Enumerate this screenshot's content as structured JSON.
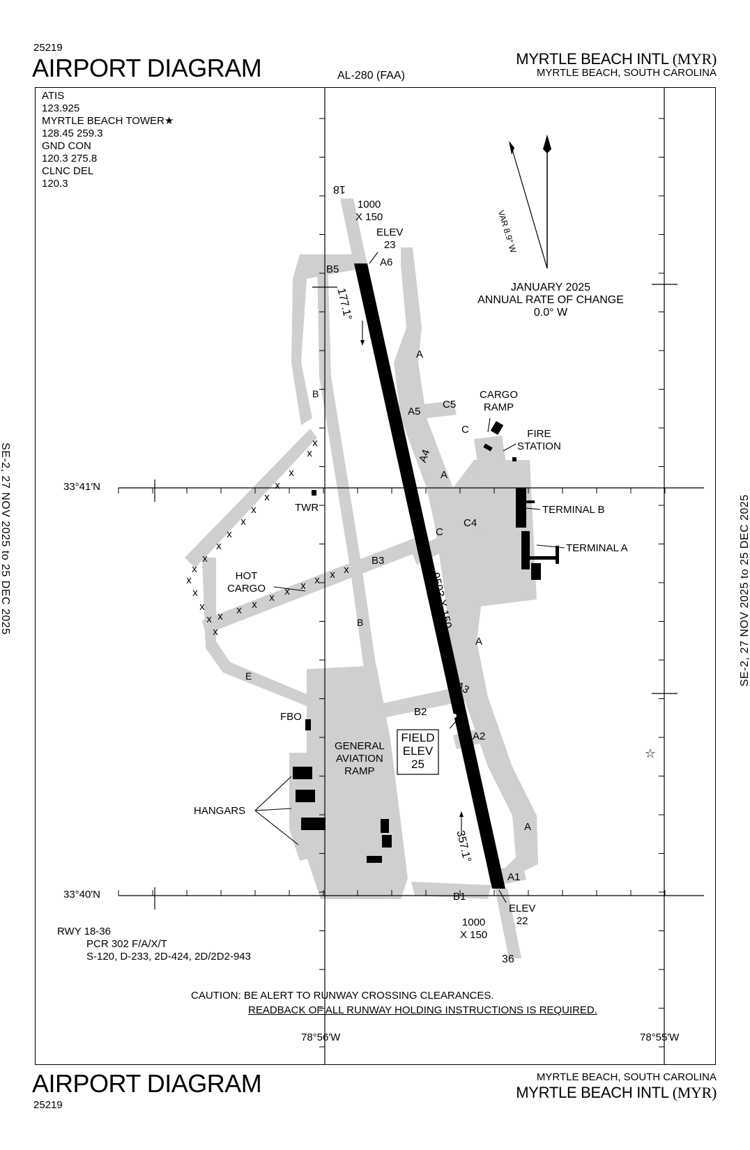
{
  "header": {
    "doc_number": "25219",
    "title": "AIRPORT DIAGRAM",
    "chart_id": "AL-280 (FAA)",
    "airport_name": "MYRTLE BEACH INTL",
    "airport_ident": "(MYR)",
    "location": "MYRTLE BEACH, SOUTH CAROLINA"
  },
  "footer": {
    "doc_number": "25219",
    "title": "AIRPORT DIAGRAM",
    "airport_name": "MYRTLE BEACH INTL",
    "airport_ident": "(MYR)",
    "location": "MYRTLE BEACH, SOUTH CAROLINA"
  },
  "validity": {
    "left": "SE-2, 27 NOV 2025 to 25 DEC 2025",
    "right": "SE-2, 27 NOV 2025 to 25 DEC 2025"
  },
  "frequencies": {
    "atis_label": "ATIS",
    "atis": "123.925",
    "tower_label": "MYRTLE BEACH TOWER★",
    "tower": "128.45  259.3",
    "gnd_label": "GND CON",
    "gnd": "120.3  275.8",
    "clnc_label": "CLNC DEL",
    "clnc": "120.3"
  },
  "magnetic": {
    "variation": "VAR 8.9° W",
    "epoch": "JANUARY 2025",
    "rate_label": "ANNUAL RATE OF CHANGE",
    "rate": "0.0° W"
  },
  "coordinates": {
    "lat_north": "33°41′N",
    "lat_south": "33°40′N",
    "lon_west": "78°56′W",
    "lon_east": "78°55′W"
  },
  "runway": {
    "north_end": "18",
    "south_end": "36",
    "north_overrun": "1000",
    "north_overrun_width": "X 150",
    "south_overrun": "1000",
    "south_overrun_width": "X 150",
    "north_elev_label": "ELEV",
    "north_elev": "23",
    "south_elev_label": "ELEV",
    "south_elev": "22",
    "heading_south": "177.1°",
    "heading_north": "357.1°",
    "dimensions": "9503 X 150"
  },
  "field_elevation": {
    "line1": "FIELD",
    "line2": "ELEV",
    "value": "25"
  },
  "taxiways": {
    "A": "A",
    "A1": "A1",
    "A2": "A2",
    "A3": "A3",
    "A4": "A4",
    "A5": "A5",
    "A6": "A6",
    "B": "B",
    "B1": "B1",
    "B2": "B2",
    "B3": "B3",
    "B5": "B5",
    "C": "C",
    "C4": "C4",
    "C5": "C5",
    "E": "E"
  },
  "facilities": {
    "cargo_ramp_1": "CARGO",
    "cargo_ramp_2": "RAMP",
    "fire_station_1": "FIRE",
    "fire_station_2": "STATION",
    "terminal_b": "TERMINAL B",
    "terminal_a": "TERMINAL A",
    "tower": "TWR",
    "hot_cargo_1": "HOT",
    "hot_cargo_2": "CARGO",
    "fbo": "FBO",
    "ga_ramp_1": "GENERAL",
    "ga_ramp_2": "AVIATION",
    "ga_ramp_3": "RAMP",
    "hangars": "HANGARS"
  },
  "runway_data": {
    "runway": "RWY 18-36",
    "pcr": "PCR 302 F/A/X/T",
    "strength": "S-120, D-233, 2D-424, 2D/2D2-943"
  },
  "caution": {
    "line1": "CAUTION: BE ALERT TO RUNWAY CROSSING CLEARANCES.",
    "line2": "READBACK OF ALL RUNWAY HOLDING INSTRUCTIONS IS REQUIRED."
  }
}
